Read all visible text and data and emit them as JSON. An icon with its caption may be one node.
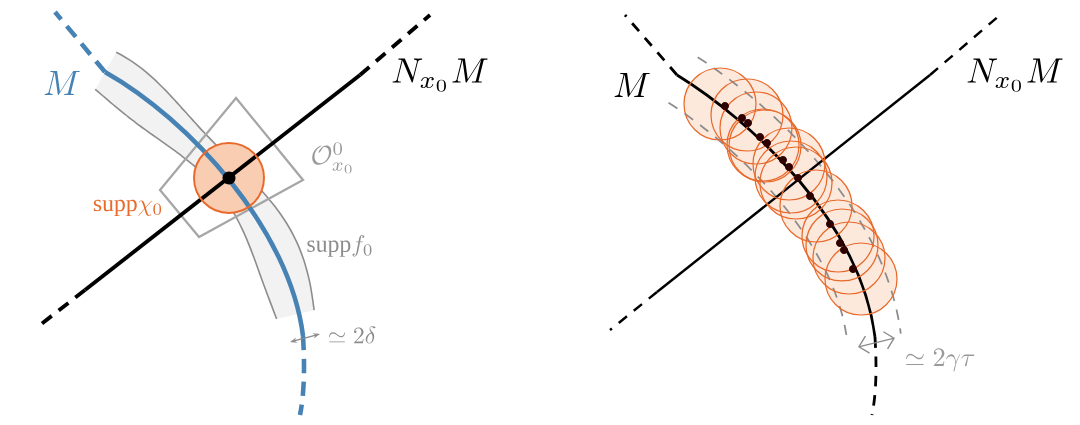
{
  "diagram": {
    "labels": [
      "M",
      "N_{x_0}M",
      "\\mathcal{O}^0_{x_0}",
      "\\mathrm{supp}\\chi_0",
      "\\mathrm{supp} f_0",
      "\\simeq 2\\delta",
      "M",
      "N_{x_0}M",
      "\\simeq 2\\gamma\\tau"
    ]
  }
}
